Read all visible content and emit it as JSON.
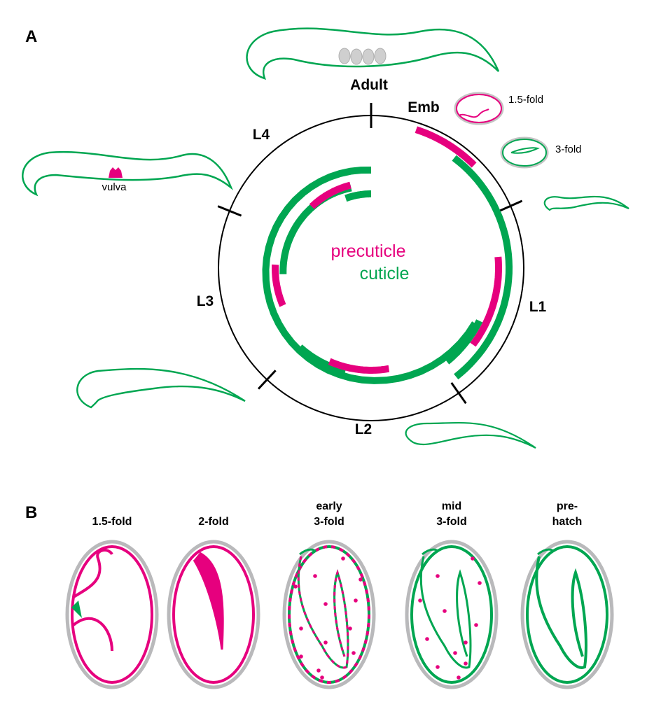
{
  "panel_a": {
    "label": "A",
    "stages": {
      "adult": "Adult",
      "emb": "Emb",
      "l1": "L1",
      "l2": "L2",
      "l3": "L3",
      "l4": "L4"
    },
    "embryo_labels": {
      "fold15": "1.5-fold",
      "fold3": "3-fold"
    },
    "vulva_label": "vulva",
    "legend": {
      "precuticle": "precuticle",
      "cuticle": "cuticle"
    }
  },
  "panel_b": {
    "label": "B",
    "stages": [
      {
        "line1": "",
        "line2": "1.5-fold"
      },
      {
        "line1": "",
        "line2": "2-fold"
      },
      {
        "line1": "early",
        "line2": "3-fold"
      },
      {
        "line1": "mid",
        "line2": "3-fold"
      },
      {
        "line1": "pre-",
        "line2": "hatch"
      }
    ]
  },
  "colors": {
    "precuticle": "#e6007e",
    "cuticle": "#00a651",
    "eggshell": "#b9b9bb",
    "line": "#000000"
  }
}
